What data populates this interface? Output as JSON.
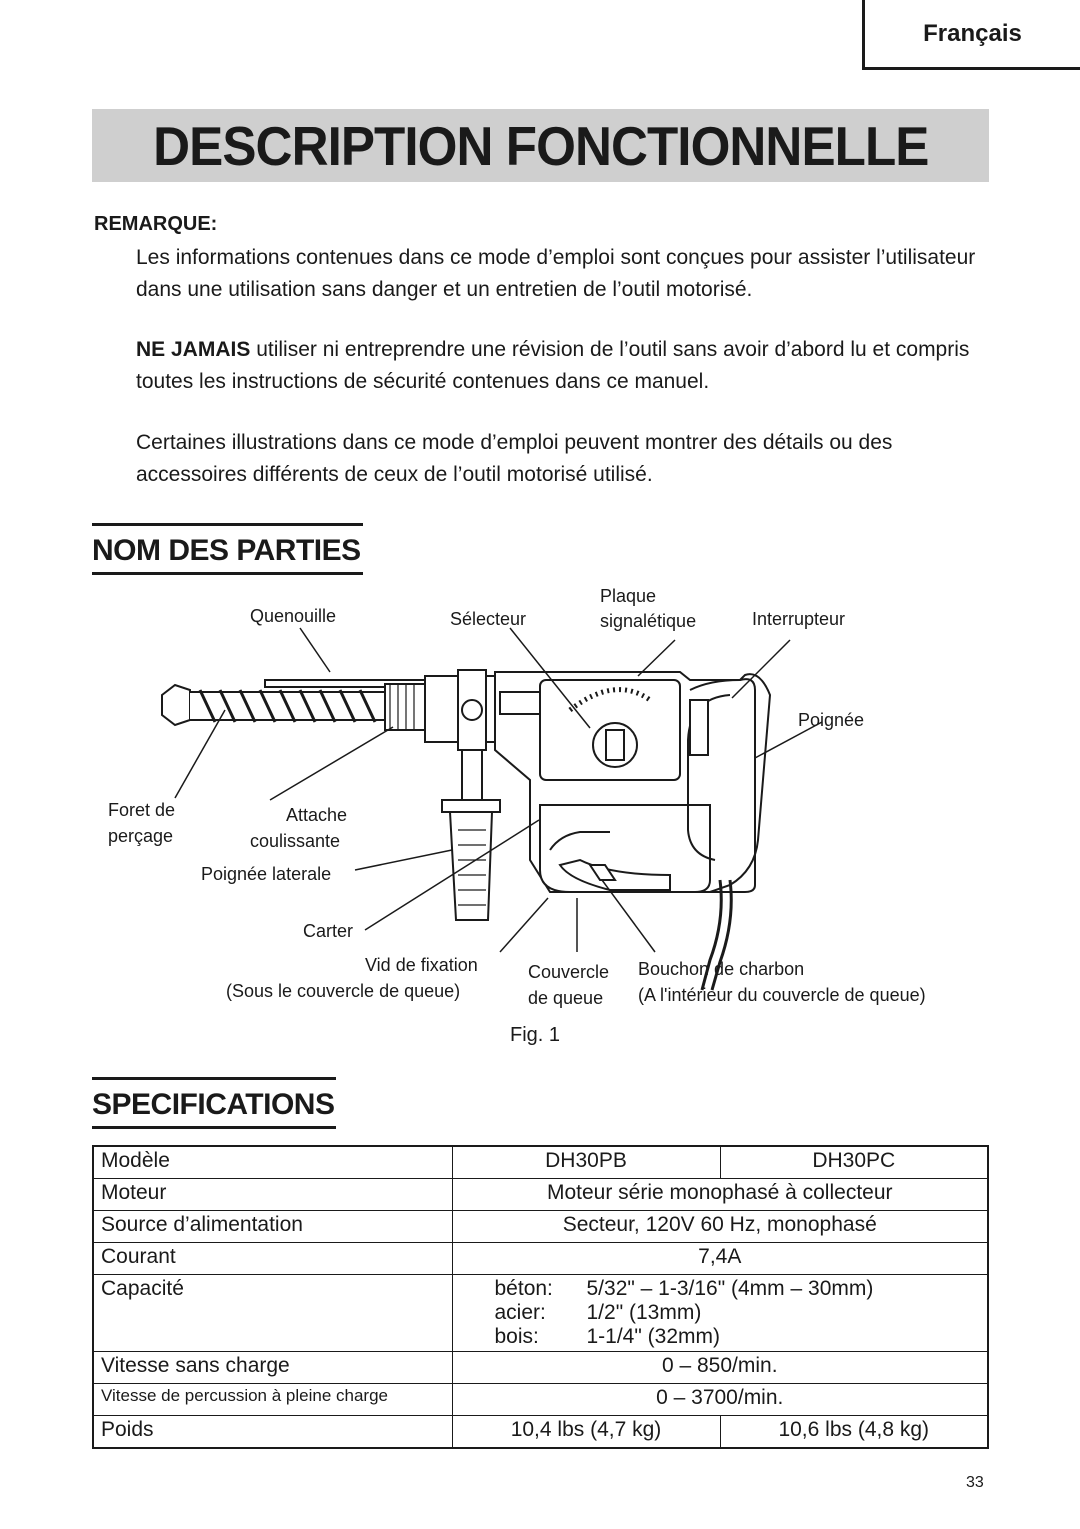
{
  "header": {
    "language": "Français"
  },
  "title": "DESCRIPTION FONCTIONNELLE",
  "remarque": {
    "label": "REMARQUE:",
    "p1": "Les informations contenues dans ce mode d’emploi sont conçues pour assister l’utilisateur dans une utilisation sans danger et un entretien de l’outil motorisé.",
    "p2_bold": "NE JAMAIS",
    "p2_rest": " utiliser ni entreprendre une révision de l’outil sans avoir d’abord lu et compris toutes les instructions de sécurité contenues dans ce manuel.",
    "p3": "Certaines illustrations dans ce mode d’emploi peuvent montrer des détails ou des accessoires différents de ceux de l’outil motorisé utilisé."
  },
  "parts": {
    "heading": "NOM DES PARTIES",
    "labels": {
      "quenouille": "Quenouille",
      "selecteur": "Sélecteur",
      "plaque_1": "Plaque",
      "plaque_2": "signalétique",
      "interrupteur": "Interrupteur",
      "poignee": "Poignée",
      "foret_1": "Foret de",
      "foret_2": "perçage",
      "attache_1": "Attache",
      "attache_2": "coulissante",
      "poignee_laterale": "Poignée laterale",
      "carter": "Carter",
      "vid_1": "Vid de fixation",
      "vid_2": "(Sous le couvercle de queue)",
      "couvercle_1": "Couvercle",
      "couvercle_2": "de queue",
      "bouchon_1": "Bouchon de charbon",
      "bouchon_2": "(A l'intérieur du couvercle de queue)"
    },
    "caption": "Fig. 1"
  },
  "specs": {
    "heading": "SPECIFICATIONS",
    "rows": {
      "modele": {
        "label": "Modèle",
        "v1": "DH30PB",
        "v2": "DH30PC"
      },
      "moteur": {
        "label": "Moteur",
        "value": "Moteur série monophasé à collecteur"
      },
      "source": {
        "label": "Source d’alimentation",
        "value": "Secteur, 120V 60 Hz, monophasé"
      },
      "courant": {
        "label": "Courant",
        "value": "7,4A"
      },
      "capacite": {
        "label": "Capacité",
        "items": [
          {
            "material": "béton:",
            "value": "5/32\" – 1-3/16\" (4mm – 30mm)"
          },
          {
            "material": "acier:",
            "value": "1/2\" (13mm)"
          },
          {
            "material": "bois:",
            "value": "1-1/4\" (32mm)"
          }
        ]
      },
      "vitesse": {
        "label": "Vitesse sans charge",
        "value": "0 – 850/min."
      },
      "percussion": {
        "label": "Vitesse de percussion à pleine charge",
        "value": "0 – 3700/min."
      },
      "poids": {
        "label": "Poids",
        "v1": "10,4 lbs (4,7 kg)",
        "v2": "10,6 lbs (4,8 kg)"
      }
    }
  },
  "page_number": "33"
}
